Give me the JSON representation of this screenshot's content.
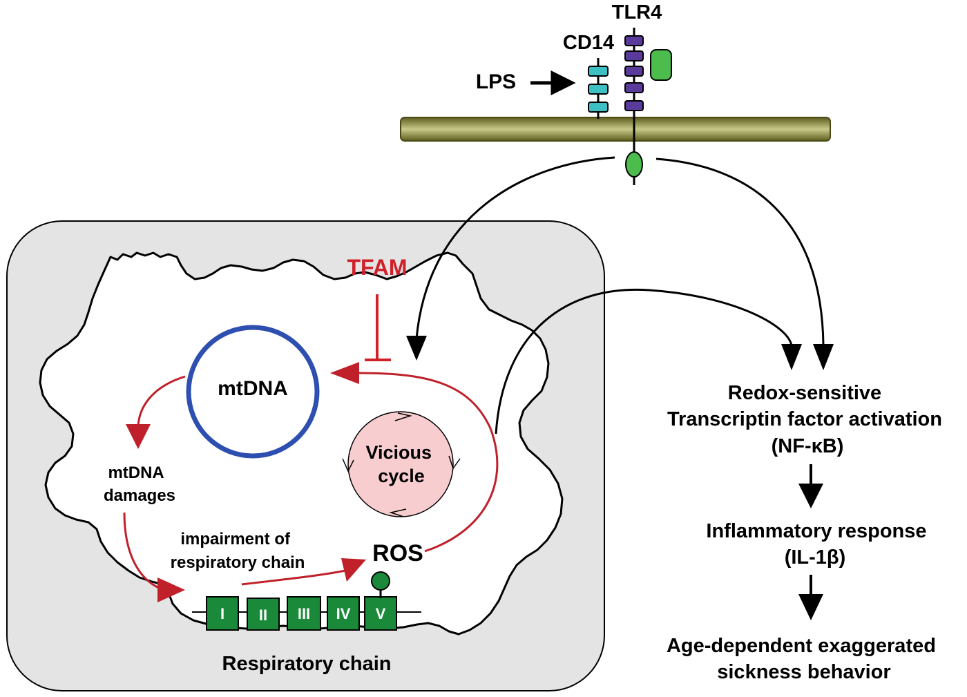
{
  "colors": {
    "arrow_red": "#c0202a",
    "label_red": "#d0202a",
    "mtdna_ring": "#2d4fb0",
    "cd14_teal": "#3cc0c4",
    "tlr4_purple": "#5a3a9a",
    "green": "#4cbc4c",
    "complex_green": "#1a8a3a",
    "membrane": "#8a8a40",
    "cell_fill": "#e4e4e4",
    "vicious_fill": "#f7cdd0"
  },
  "labels": {
    "tlr4": "TLR4",
    "cd14": "CD14",
    "lps": "LPS",
    "tfam": "TFAM",
    "mtdna": "mtDNA",
    "mtdna_damages": [
      "mtDNA",
      "damages"
    ],
    "vicious_cycle": [
      "Vicious",
      "cycle"
    ],
    "impairment": [
      "impairment of",
      "respiratory chain"
    ],
    "ros": "ROS",
    "respiratory_chain": "Respiratory chain",
    "complexes": [
      "I",
      "II",
      "III",
      "IV",
      "V"
    ],
    "redox": [
      "Redox-sensitive",
      "Transcriptin factor activation",
      "(NF-κB)"
    ],
    "inflammatory": [
      "Inflammatory response",
      "(IL-1β)"
    ],
    "sickness": [
      "Age-dependent exaggerated",
      "sickness behavior"
    ]
  }
}
